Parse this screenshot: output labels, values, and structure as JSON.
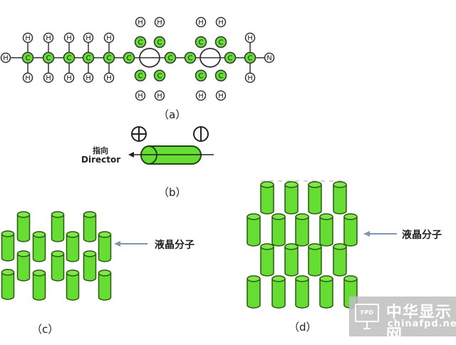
{
  "panel_a": {
    "label": "（a）",
    "atoms": [
      "H",
      "C",
      "C",
      "C",
      "C",
      "C",
      "C",
      "C",
      "C",
      "C",
      "C",
      "C",
      "C",
      "C",
      "C",
      "C",
      "C",
      "C",
      "N",
      "H"
    ],
    "chain_h": "H",
    "ring_c": "C"
  },
  "panel_b": {
    "label": "（b）",
    "director_cn": "指向",
    "director_en": "Director"
  },
  "panel_c": {
    "label": "（c）",
    "arrow_label": "液晶分子"
  },
  "panel_d": {
    "label": "（d）",
    "arrow_label": "液晶分子"
  },
  "watermark": {
    "icon_text": "FPD",
    "title": "中华显示网",
    "url": "chinafpd.net"
  },
  "colors": {
    "green": "#66dd33",
    "stroke": "#333333",
    "arrow": "#7d96b8"
  }
}
